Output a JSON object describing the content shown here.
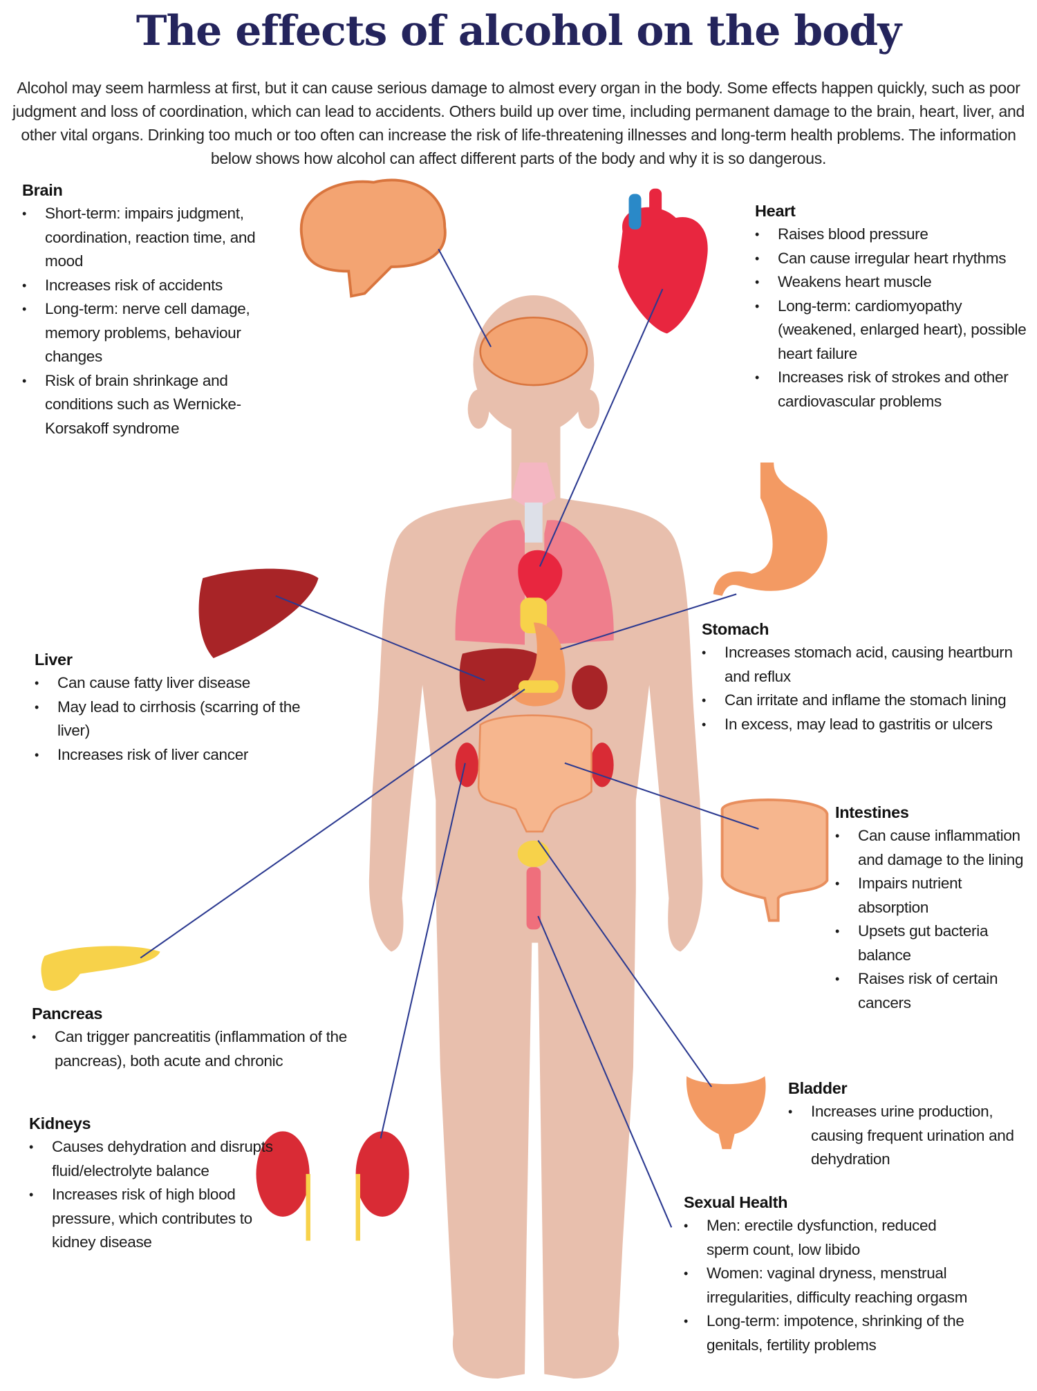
{
  "title": "The effects of alcohol on the body",
  "intro": "Alcohol may seem harmless at first, but it can cause serious damage to almost every organ in the body. Some effects happen quickly, such as poor judgment and loss of coordination, which can lead to accidents. Others build up over time, including permanent damage to the brain, heart, liver, and other vital organs. Drinking too much or too often can increase the risk of life-threatening illnesses and long-term health problems. The information below shows how alcohol can affect different parts of the body and why it is so dangerous.",
  "colors": {
    "title": "#24245c",
    "connector": "#2b3990",
    "skin": "#e8bfad"
  },
  "sections": {
    "brain": {
      "heading": "Brain",
      "items": [
        "Short-term: impairs judgment, coordination, reaction time, and mood",
        "Increases risk of accidents",
        "Long-term: nerve cell damage, memory problems, behaviour changes",
        "Risk of brain shrinkage and conditions such as Wernicke-Korsakoff syndrome"
      ]
    },
    "heart": {
      "heading": "Heart",
      "items": [
        "Raises blood pressure",
        "Can cause irregular heart rhythms",
        "Weakens heart muscle",
        "Long-term: cardiomyopathy (weakened, enlarged heart), possible heart failure",
        "Increases risk of strokes and other cardiovascular problems"
      ]
    },
    "liver": {
      "heading": "Liver",
      "items": [
        "Can cause fatty liver disease",
        "May lead to cirrhosis (scarring of the liver)",
        "Increases risk of liver cancer"
      ]
    },
    "stomach": {
      "heading": "Stomach",
      "items": [
        "Increases stomach acid, causing heartburn and reflux",
        "Can irritate and inflame the stomach lining",
        "In excess, may lead to gastritis or ulcers"
      ]
    },
    "intestines": {
      "heading": "Intestines",
      "items": [
        "Can cause inflammation and damage to the lining",
        "Impairs nutrient absorption",
        "Upsets gut bacteria balance",
        "Raises risk of certain cancers"
      ]
    },
    "pancreas": {
      "heading": "Pancreas",
      "items": [
        "Can trigger pancreatitis (inflammation of the pancreas), both acute and chronic"
      ]
    },
    "kidneys": {
      "heading": "Kidneys",
      "items": [
        "Causes dehydration and disrupts fluid/electrolyte balance",
        "Increases risk of high blood pressure, which contributes to kidney disease"
      ]
    },
    "bladder": {
      "heading": "Bladder",
      "items": [
        "Increases urine production, causing frequent urination and dehydration"
      ]
    },
    "sexual": {
      "heading": "Sexual Health",
      "items": [
        "Men: erectile dysfunction, reduced sperm count, low libido",
        "Women: vaginal dryness, menstrual irregularities, difficulty reaching orgasm",
        "Long-term: impotence, shrinking of the genitals, fertility problems"
      ]
    }
  }
}
